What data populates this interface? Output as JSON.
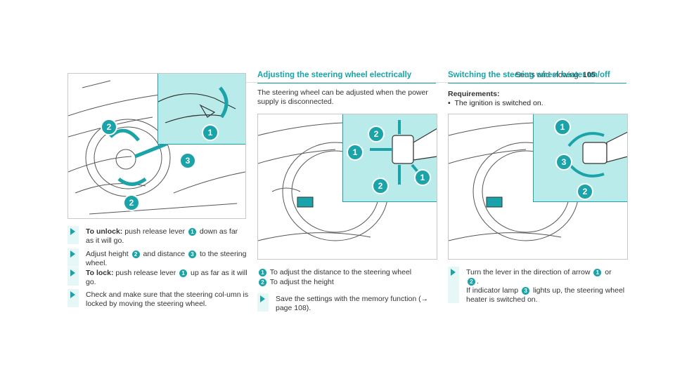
{
  "header": {
    "section": "Seats and stowing",
    "page": "105"
  },
  "col1": {
    "steps": [
      {
        "lead": "To unlock:",
        "text": [
          " push release lever ",
          " down as far as it will go."
        ],
        "nums": [
          "1"
        ]
      },
      {
        "lead": "",
        "text": [
          "Adjust height ",
          " and distance ",
          " to the steering wheel."
        ],
        "nums": [
          "2",
          "3"
        ]
      },
      {
        "lead": "To lock:",
        "text": [
          " push release lever ",
          " up as far as it will go."
        ],
        "nums": [
          "1"
        ]
      },
      {
        "lead": "",
        "text": [
          "Check and make sure that the steering col-umn is locked by moving the steering wheel."
        ],
        "nums": []
      }
    ],
    "badges": [
      "1",
      "2",
      "3",
      "2"
    ]
  },
  "col2": {
    "title": "Adjusting the steering wheel electrically",
    "intro": "The steering wheel can be adjusted when the power supply is disconnected.",
    "legend": [
      {
        "num": "1",
        "text": "To adjust the distance to the steering wheel"
      },
      {
        "num": "2",
        "text": "To adjust the height"
      }
    ],
    "step": "Save the settings with the memory function (→ page 108).",
    "badges": [
      "2",
      "1",
      "1",
      "2"
    ]
  },
  "col3": {
    "title": "Switching the steering wheel heater on/off",
    "req_label": "Requirements:",
    "req_item": "The ignition is switched on.",
    "step_a": "Turn the lever in the direction of arrow ",
    "step_b": " or ",
    "step_c": ".",
    "step_d": "If indicator lamp ",
    "step_e": " lights up, the steering wheel heater is switched on.",
    "nums": [
      "1",
      "2",
      "3"
    ],
    "badges": [
      "1",
      "3",
      "2"
    ]
  }
}
